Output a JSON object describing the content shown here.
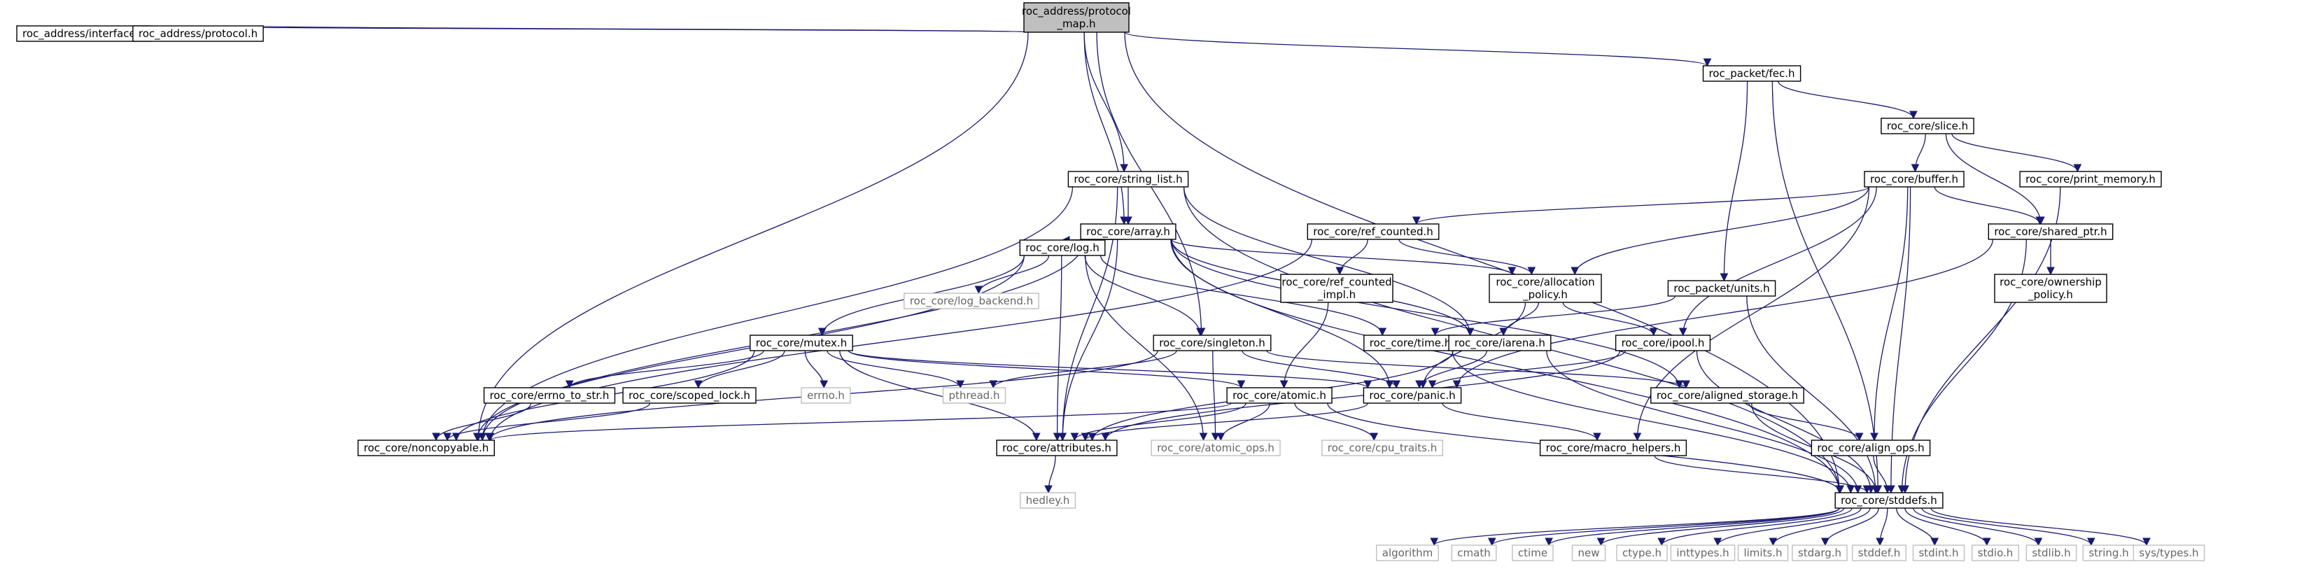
{
  "nodes": [
    {
      "id": "root",
      "label": "roc_address/protocol\n_map.h",
      "kind": "root"
    },
    {
      "id": "iface",
      "label": "roc_address/interface.h",
      "kind": "solid"
    },
    {
      "id": "proto",
      "label": "roc_address/protocol.h",
      "kind": "solid"
    },
    {
      "id": "fec",
      "label": "roc_packet/fec.h",
      "kind": "solid"
    },
    {
      "id": "slice",
      "label": "roc_core/slice.h",
      "kind": "solid"
    },
    {
      "id": "buffer",
      "label": "roc_core/buffer.h",
      "kind": "solid"
    },
    {
      "id": "printmem",
      "label": "roc_core/print_memory.h",
      "kind": "solid"
    },
    {
      "id": "strlist",
      "label": "roc_core/string_list.h",
      "kind": "solid"
    },
    {
      "id": "array",
      "label": "roc_core/array.h",
      "kind": "solid"
    },
    {
      "id": "refcnt",
      "label": "roc_core/ref_counted.h",
      "kind": "solid"
    },
    {
      "id": "sharedptr",
      "label": "roc_core/shared_ptr.h",
      "kind": "solid"
    },
    {
      "id": "refimpl",
      "label": "roc_core/ref_counted\n_impl.h",
      "kind": "solid"
    },
    {
      "id": "alloc",
      "label": "roc_core/allocation\n_policy.h",
      "kind": "solid"
    },
    {
      "id": "units",
      "label": "roc_packet/units.h",
      "kind": "solid"
    },
    {
      "id": "owner",
      "label": "roc_core/ownership\n_policy.h",
      "kind": "solid"
    },
    {
      "id": "log",
      "label": "roc_core/log.h",
      "kind": "solid"
    },
    {
      "id": "logbackend",
      "label": "roc_core/log_backend.h",
      "kind": "ext"
    },
    {
      "id": "time",
      "label": "roc_core/time.h",
      "kind": "solid"
    },
    {
      "id": "iarena",
      "label": "roc_core/iarena.h",
      "kind": "solid"
    },
    {
      "id": "ipool",
      "label": "roc_core/ipool.h",
      "kind": "solid"
    },
    {
      "id": "mutex",
      "label": "roc_core/mutex.h",
      "kind": "solid"
    },
    {
      "id": "singleton",
      "label": "roc_core/singleton.h",
      "kind": "solid"
    },
    {
      "id": "errno",
      "label": "errno.h",
      "kind": "ext"
    },
    {
      "id": "pthread",
      "label": "pthread.h",
      "kind": "ext"
    },
    {
      "id": "panic",
      "label": "roc_core/panic.h",
      "kind": "solid"
    },
    {
      "id": "aligned",
      "label": "roc_core/aligned_storage.h",
      "kind": "solid"
    },
    {
      "id": "errnostr",
      "label": "roc_core/errno_to_str.h",
      "kind": "solid"
    },
    {
      "id": "scoped",
      "label": "roc_core/scoped_lock.h",
      "kind": "solid"
    },
    {
      "id": "atomic",
      "label": "roc_core/atomic.h",
      "kind": "solid"
    },
    {
      "id": "noncopy",
      "label": "roc_core/noncopyable.h",
      "kind": "solid"
    },
    {
      "id": "attrs",
      "label": "roc_core/attributes.h",
      "kind": "solid"
    },
    {
      "id": "atomicops",
      "label": "roc_core/atomic_ops.h",
      "kind": "ext"
    },
    {
      "id": "cputraits",
      "label": "roc_core/cpu_traits.h",
      "kind": "ext"
    },
    {
      "id": "macro",
      "label": "roc_core/macro_helpers.h",
      "kind": "solid"
    },
    {
      "id": "alignops",
      "label": "roc_core/align_ops.h",
      "kind": "solid"
    },
    {
      "id": "stddefs",
      "label": "roc_core/stddefs.h",
      "kind": "solid"
    },
    {
      "id": "hedley",
      "label": "hedley.h",
      "kind": "ext"
    },
    {
      "id": "algorithm",
      "label": "algorithm",
      "kind": "ext"
    },
    {
      "id": "cmath",
      "label": "cmath",
      "kind": "ext"
    },
    {
      "id": "ctime",
      "label": "ctime",
      "kind": "ext"
    },
    {
      "id": "new",
      "label": "new",
      "kind": "ext"
    },
    {
      "id": "ctype",
      "label": "ctype.h",
      "kind": "ext"
    },
    {
      "id": "inttypes",
      "label": "inttypes.h",
      "kind": "ext"
    },
    {
      "id": "limits",
      "label": "limits.h",
      "kind": "ext"
    },
    {
      "id": "stdarg",
      "label": "stdarg.h",
      "kind": "ext"
    },
    {
      "id": "stddef",
      "label": "stddef.h",
      "kind": "ext"
    },
    {
      "id": "stdint",
      "label": "stdint.h",
      "kind": "ext"
    },
    {
      "id": "stdio",
      "label": "stdio.h",
      "kind": "ext"
    },
    {
      "id": "stdlib",
      "label": "stdlib.h",
      "kind": "ext"
    },
    {
      "id": "string",
      "label": "string.h",
      "kind": "ext"
    },
    {
      "id": "systypes",
      "label": "sys/types.h",
      "kind": "ext"
    }
  ],
  "edges": [
    [
      "root",
      "iface"
    ],
    [
      "root",
      "proto"
    ],
    [
      "root",
      "fec"
    ],
    [
      "root",
      "strlist"
    ],
    [
      "root",
      "array"
    ],
    [
      "root",
      "singleton"
    ],
    [
      "root",
      "noncopy"
    ],
    [
      "root",
      "stddefs"
    ],
    [
      "fec",
      "slice"
    ],
    [
      "fec",
      "units"
    ],
    [
      "fec",
      "stddefs"
    ],
    [
      "slice",
      "buffer"
    ],
    [
      "slice",
      "printmem"
    ],
    [
      "slice",
      "sharedptr"
    ],
    [
      "printmem",
      "stddefs"
    ],
    [
      "buffer",
      "refcnt"
    ],
    [
      "buffer",
      "sharedptr"
    ],
    [
      "buffer",
      "alloc"
    ],
    [
      "buffer",
      "ipool"
    ],
    [
      "buffer",
      "macro"
    ],
    [
      "buffer",
      "alignops"
    ],
    [
      "buffer",
      "stddefs"
    ],
    [
      "sharedptr",
      "owner"
    ],
    [
      "sharedptr",
      "panic"
    ],
    [
      "sharedptr",
      "stddefs"
    ],
    [
      "strlist",
      "array"
    ],
    [
      "strlist",
      "iarena"
    ],
    [
      "strlist",
      "noncopy"
    ],
    [
      "strlist",
      "attrs"
    ],
    [
      "strlist",
      "stddefs"
    ],
    [
      "array",
      "log"
    ],
    [
      "array",
      "iarena"
    ],
    [
      "array",
      "panic"
    ],
    [
      "array",
      "aligned"
    ],
    [
      "array",
      "attrs"
    ],
    [
      "array",
      "noncopy"
    ],
    [
      "array",
      "stddefs"
    ],
    [
      "array",
      "alloc"
    ],
    [
      "refcnt",
      "refimpl"
    ],
    [
      "refcnt",
      "alloc"
    ],
    [
      "refcnt",
      "noncopy"
    ],
    [
      "refimpl",
      "atomic"
    ],
    [
      "alloc",
      "iarena"
    ],
    [
      "alloc",
      "ipool"
    ],
    [
      "alloc",
      "panic"
    ],
    [
      "units",
      "time"
    ],
    [
      "units",
      "stddefs"
    ],
    [
      "log",
      "logbackend"
    ],
    [
      "log",
      "time"
    ],
    [
      "log",
      "singleton"
    ],
    [
      "log",
      "mutex"
    ],
    [
      "log",
      "attrs"
    ],
    [
      "log",
      "atomicops"
    ],
    [
      "log",
      "noncopy"
    ],
    [
      "time",
      "stddefs"
    ],
    [
      "iarena",
      "panic"
    ],
    [
      "iarena",
      "attrs"
    ],
    [
      "iarena",
      "stddefs"
    ],
    [
      "ipool",
      "panic"
    ],
    [
      "ipool",
      "attrs"
    ],
    [
      "ipool",
      "stddefs"
    ],
    [
      "mutex",
      "errnostr"
    ],
    [
      "mutex",
      "scoped"
    ],
    [
      "mutex",
      "errno"
    ],
    [
      "mutex",
      "pthread"
    ],
    [
      "mutex",
      "atomic"
    ],
    [
      "mutex",
      "panic"
    ],
    [
      "mutex",
      "noncopy"
    ],
    [
      "mutex",
      "attrs"
    ],
    [
      "singleton",
      "pthread"
    ],
    [
      "singleton",
      "aligned"
    ],
    [
      "singleton",
      "panic"
    ],
    [
      "singleton",
      "atomicops"
    ],
    [
      "singleton",
      "noncopy"
    ],
    [
      "panic",
      "attrs"
    ],
    [
      "panic",
      "macro"
    ],
    [
      "aligned",
      "alignops"
    ],
    [
      "aligned",
      "stddefs"
    ],
    [
      "errnostr",
      "noncopy"
    ],
    [
      "scoped",
      "noncopy"
    ],
    [
      "atomic",
      "atomicops"
    ],
    [
      "atomic",
      "cputraits"
    ],
    [
      "atomic",
      "attrs"
    ],
    [
      "atomic",
      "stddefs"
    ],
    [
      "atomic",
      "noncopy"
    ],
    [
      "attrs",
      "hedley"
    ],
    [
      "macro",
      "stddefs"
    ],
    [
      "alignops",
      "stddefs"
    ],
    [
      "stddefs",
      "algorithm"
    ],
    [
      "stddefs",
      "cmath"
    ],
    [
      "stddefs",
      "ctime"
    ],
    [
      "stddefs",
      "new"
    ],
    [
      "stddefs",
      "ctype"
    ],
    [
      "stddefs",
      "inttypes"
    ],
    [
      "stddefs",
      "limits"
    ],
    [
      "stddefs",
      "stdarg"
    ],
    [
      "stddefs",
      "stddef"
    ],
    [
      "stddefs",
      "stdint"
    ],
    [
      "stddefs",
      "stdio"
    ],
    [
      "stddefs",
      "stdlib"
    ],
    [
      "stddefs",
      "string"
    ],
    [
      "stddefs",
      "systypes"
    ]
  ]
}
